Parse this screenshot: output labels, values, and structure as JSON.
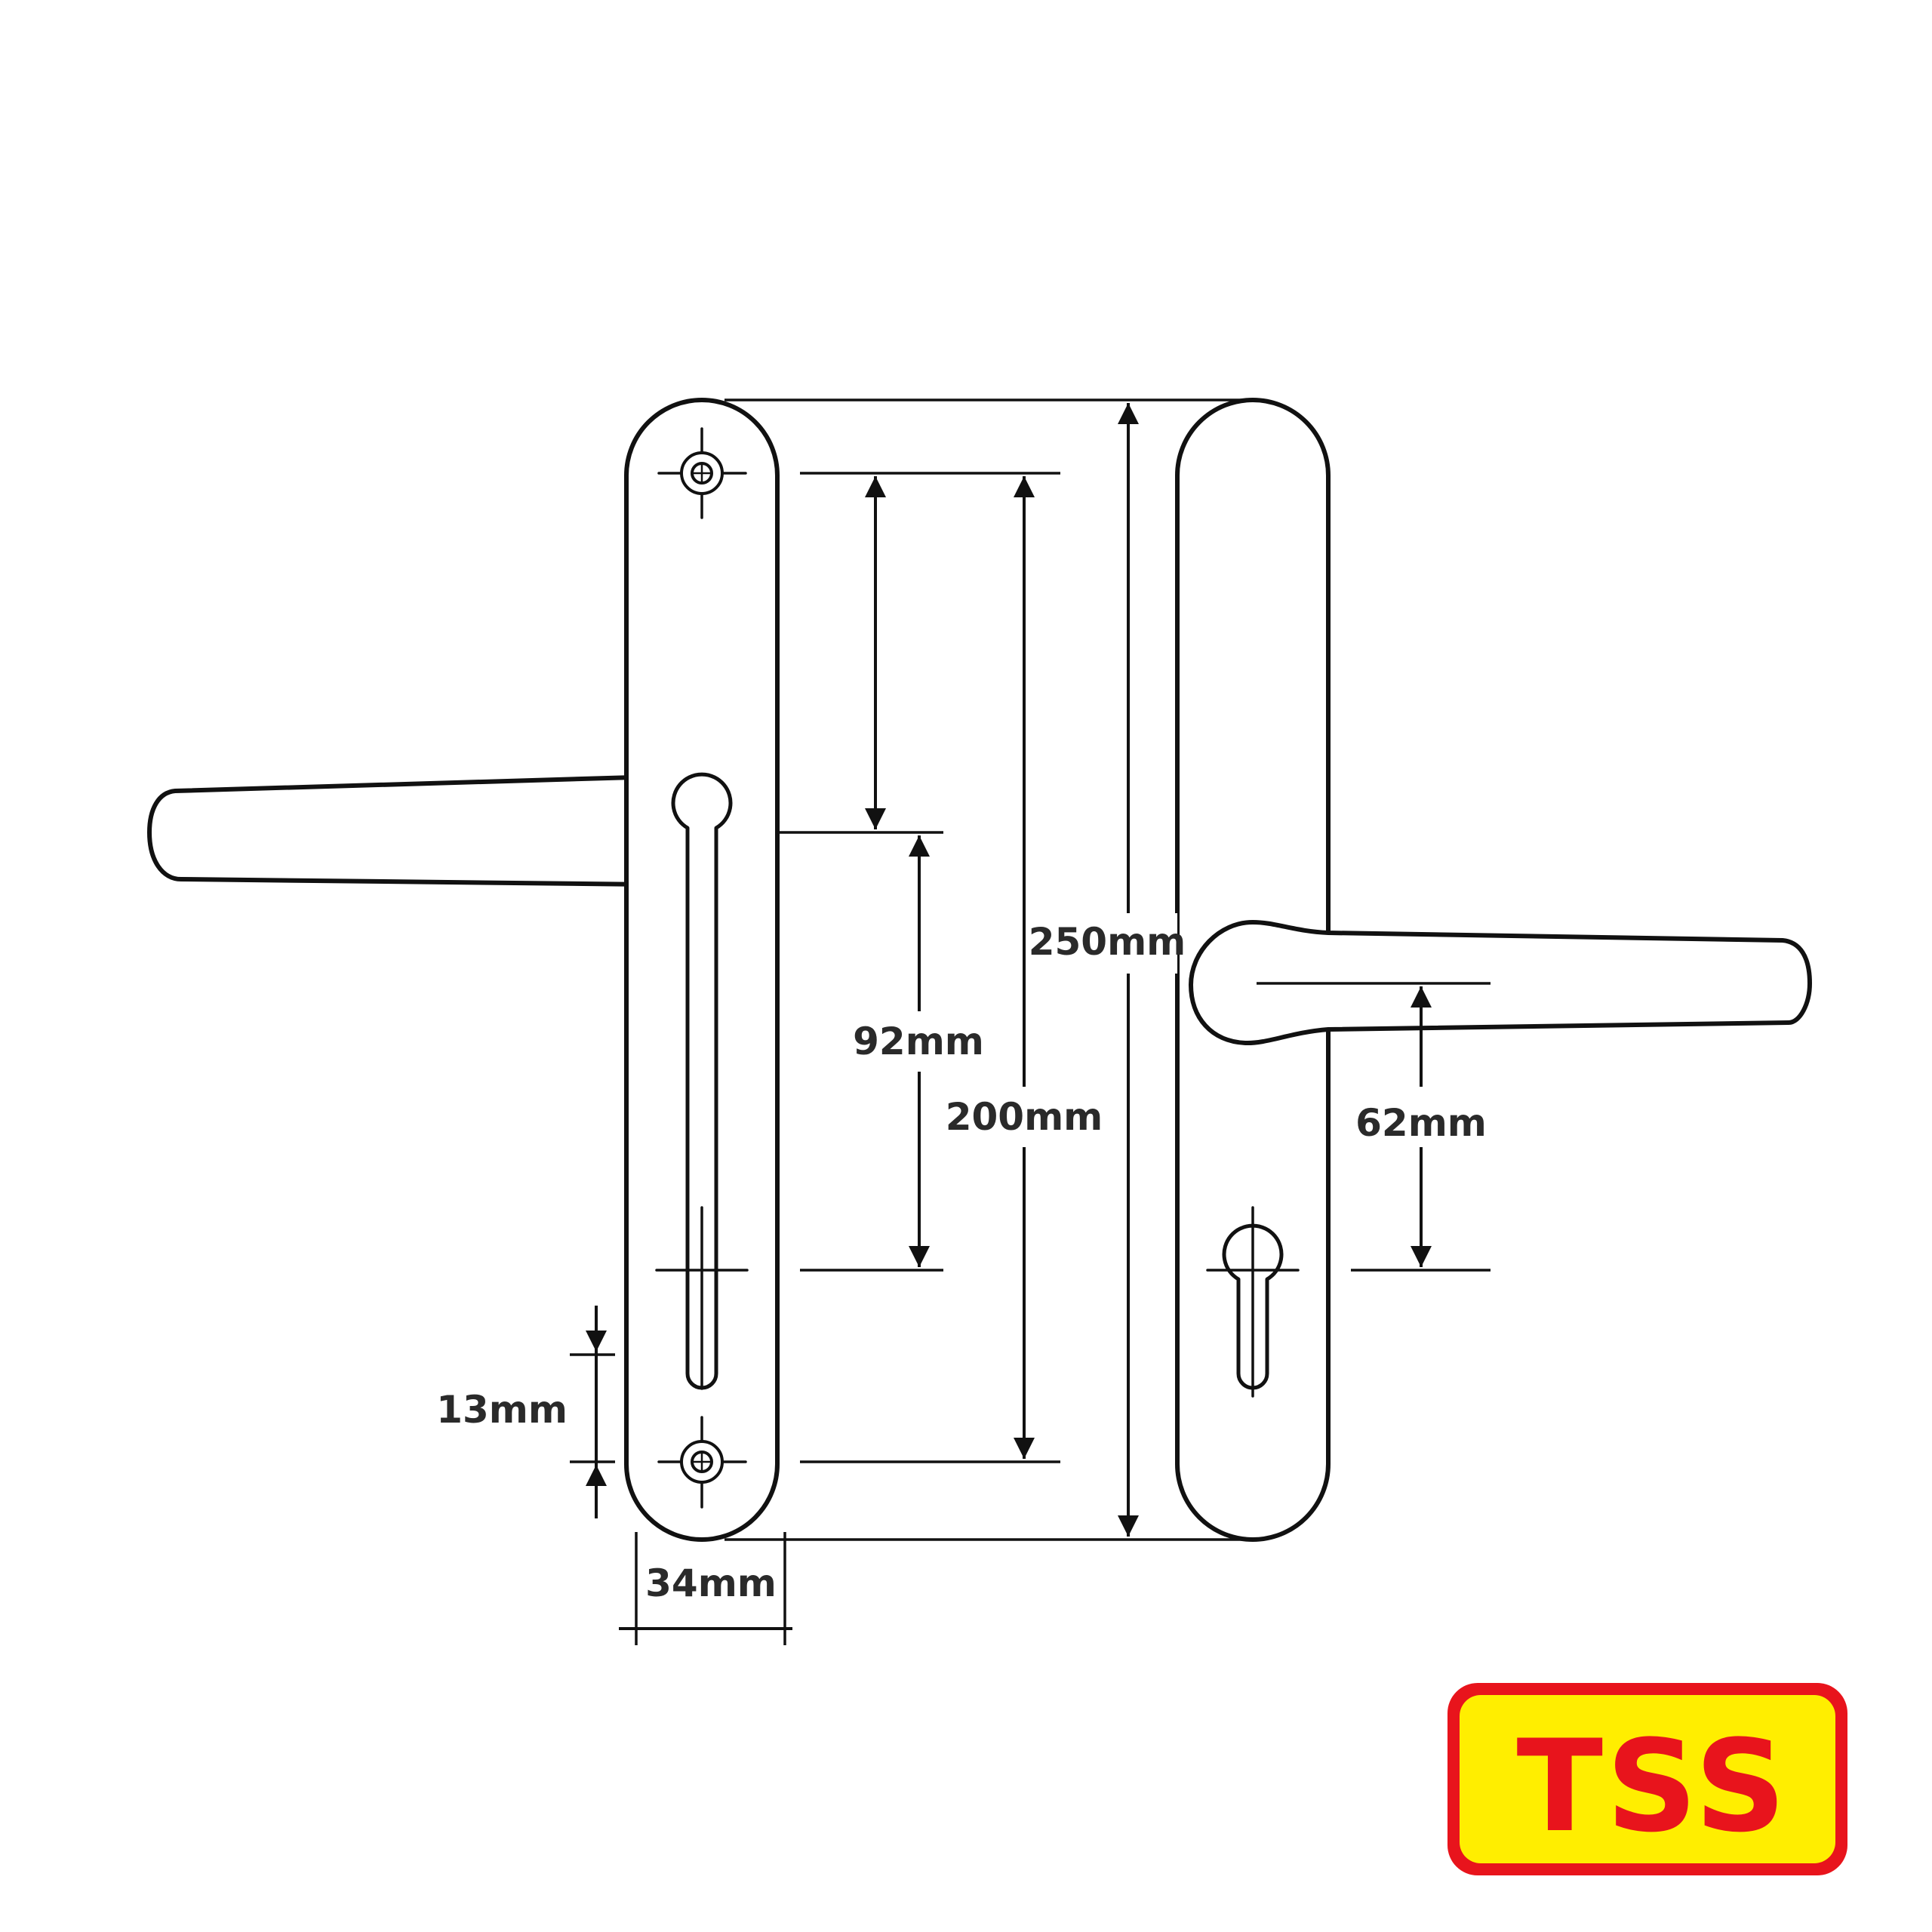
{
  "dimensions": {
    "plate_length": "250mm",
    "fixing_centres": "200mm",
    "centre_to_centre": "92mm",
    "lever_to_cylinder": "62mm",
    "cylinder_to_fixing": "13mm",
    "plate_width": "34mm"
  },
  "logo": {
    "text": "TSS",
    "colors": {
      "frame": "#e8141c",
      "fill": "#ffee00",
      "text": "#e8141c"
    }
  },
  "colors": {
    "line": "#111111",
    "label": "#2a2a2a",
    "background": "#ffffff"
  }
}
